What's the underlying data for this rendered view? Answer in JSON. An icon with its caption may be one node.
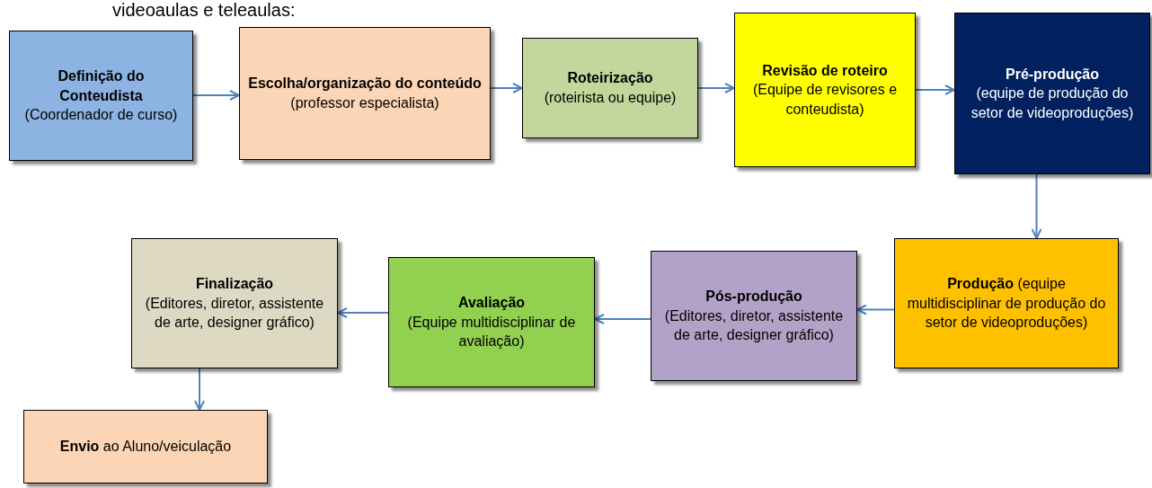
{
  "diagram": {
    "nodes": [
      {
        "text": [
          "Definição do Conteudista",
          "(Coordenador de curso)"
        ]
      },
      {
        "text": [
          "**Escolha/organização do conteúdo** (professor especialista)"
        ]
      },
      {
        "text": [
          "Roteirização",
          "(roteirista ou equipe)"
        ]
      },
      {
        "text": [
          "Revisão de roteiro",
          "(Equipe de revisores e conteudista)"
        ]
      },
      {
        "text": [
          "Pré-produção",
          "(equipe de produção do setor de videoproduções)"
        ]
      },
      {
        "text": [
          "**Produção** (equipe multidisciplinar de produção do setor de videoproduções)"
        ]
      },
      {
        "text": [
          "Pós-produção",
          "(Editores, diretor, assistente de arte, designer gráfico)"
        ]
      },
      {
        "text": [
          "Avaliação",
          "(Equipe multidisciplinar de avaliação)"
        ]
      },
      {
        "text": [
          "Finalização",
          "(Editores, diretor, assistente de arte, designer gráfico)"
        ]
      },
      {
        "text": [
          "**Envio** ao Aluno/veiculação"
        ]
      }
    ],
    "edges": [
      {
        "from": 0,
        "to": 1,
        "arrow": "to"
      },
      {
        "from": 1,
        "to": 2,
        "arrow": "to"
      },
      {
        "from": 2,
        "to": 3,
        "arrow": "to"
      },
      {
        "from": 3,
        "to": 4,
        "arrow": "to"
      },
      {
        "from": 4,
        "to": 5,
        "arrow": "to"
      },
      {
        "from": 5,
        "to": 6,
        "arrow": "to"
      },
      {
        "from": 6,
        "to": 7,
        "arrow": "to"
      },
      {
        "from": 7,
        "to": 8,
        "arrow": "to"
      },
      {
        "from": 8,
        "to": 9,
        "arrow": "to"
      }
    ],
    "labels": [
      "videoaulas e teleaulas:"
    ]
  }
}
